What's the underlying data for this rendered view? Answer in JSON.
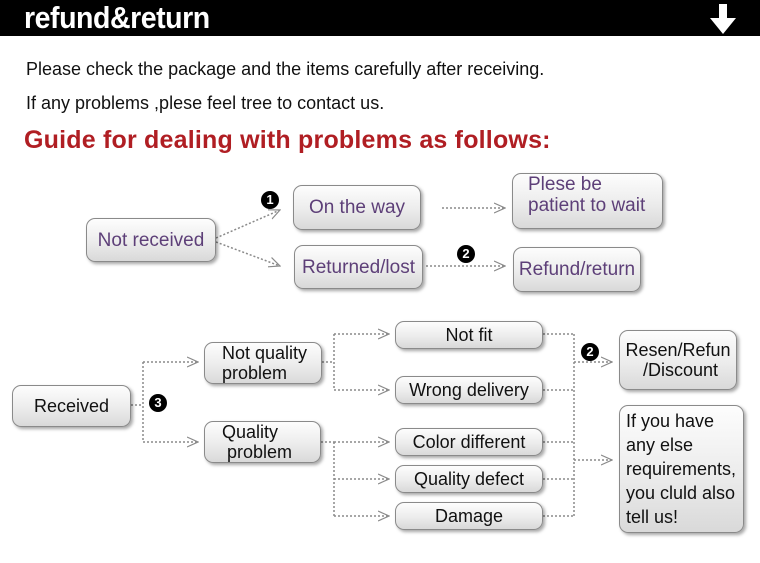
{
  "header": {
    "title": "refund&return",
    "icon": "down-arrow-icon"
  },
  "intro": {
    "line1": "Please check the package and the items carefully after receiving.",
    "line2": "If any problems ,plese feel tree to contact us."
  },
  "guide_title": "Guide for dealing with problems as follows:",
  "top_flow": {
    "not_received": "Not received",
    "on_the_way": "On the way",
    "be_patient": [
      "Plese be",
      "patient to wait"
    ],
    "returned_lost": "Returned/lost",
    "refund_return": "Refund/return"
  },
  "bottom_flow": {
    "received": "Received",
    "not_quality": [
      "Not quality",
      "problem"
    ],
    "quality": [
      "Quality",
      " problem"
    ],
    "not_fit": "Not fit",
    "wrong_delivery": "Wrong delivery",
    "color_different": "Color different",
    "quality_defect": "Quality defect",
    "damage": "Damage",
    "resend": [
      "Resen/Refun",
      " /Discount"
    ],
    "else": [
      "If you have",
      "any else",
      "requirements,",
      "you cluld also",
      "tell us!"
    ]
  },
  "badges": {
    "one": "1",
    "two": "2",
    "three": "3"
  },
  "colors": {
    "header": "#000000",
    "guide": "#b01e23",
    "purple_text": "#5d3f78",
    "dotted_line": "#888888"
  }
}
